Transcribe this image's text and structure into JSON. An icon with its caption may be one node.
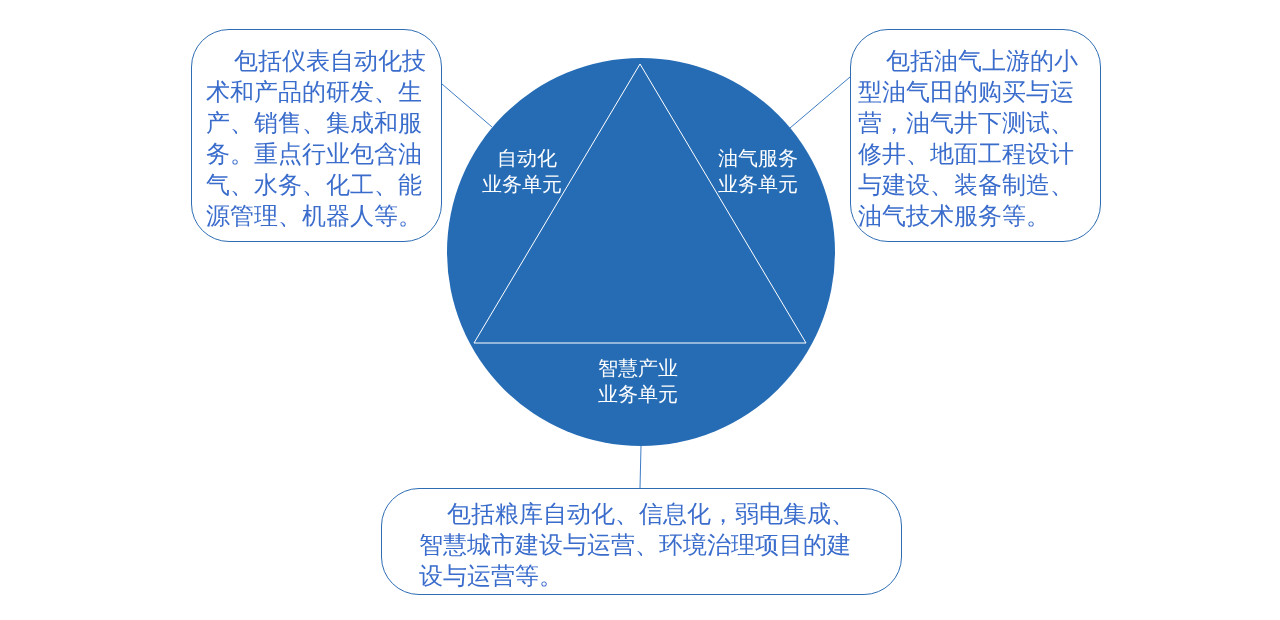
{
  "diagram": {
    "nodes": [
      {
        "text": [
          "自动化业务单元",
          "油气服务业务单元",
          "智慧产业业务单元"
        ]
      },
      {
        "text": [
          "包括仪表自动化技术和产品的研发、生产、销售、集成和服务。重点行业包含油气、水务、化工、能源管理、机器人等。"
        ]
      },
      {
        "text": [
          "包括油气上游的小型油气田的购买与运营，油气井下测试、修井、地面工程设计与建设、装备制造、油气技术服务等。"
        ]
      },
      {
        "text": [
          "包括粮库自动化、信息化，弱电集成、智慧城市建设与运营、环境治理项目的建设与运营等。"
        ]
      }
    ],
    "edges": [
      {
        "from": 1,
        "to": 0,
        "arrow": "none"
      },
      {
        "from": 2,
        "to": 0,
        "arrow": "none"
      },
      {
        "from": 3,
        "to": 0,
        "arrow": "none"
      }
    ]
  }
}
